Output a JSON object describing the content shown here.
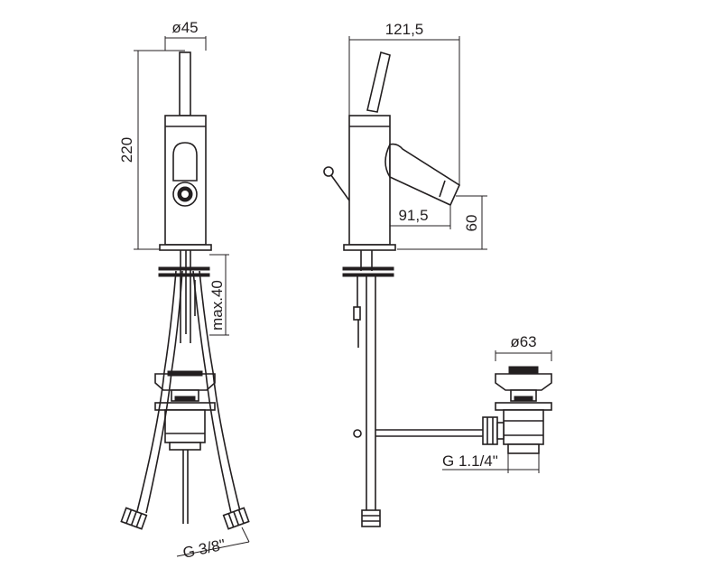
{
  "drawing": {
    "front_view": {
      "dim_diameter_top": "ø45",
      "dim_height": "220",
      "dim_max_thickness": "max.40",
      "dim_hose_thread": "G 3/8\""
    },
    "side_view": {
      "dim_projection": "121,5",
      "dim_spout_reach": "91,5",
      "dim_spout_height": "60"
    },
    "waste_view": {
      "dim_diameter": "ø63",
      "dim_thread": "G 1.1/4\""
    },
    "colors": {
      "line": "#231f20",
      "background": "#ffffff"
    }
  }
}
